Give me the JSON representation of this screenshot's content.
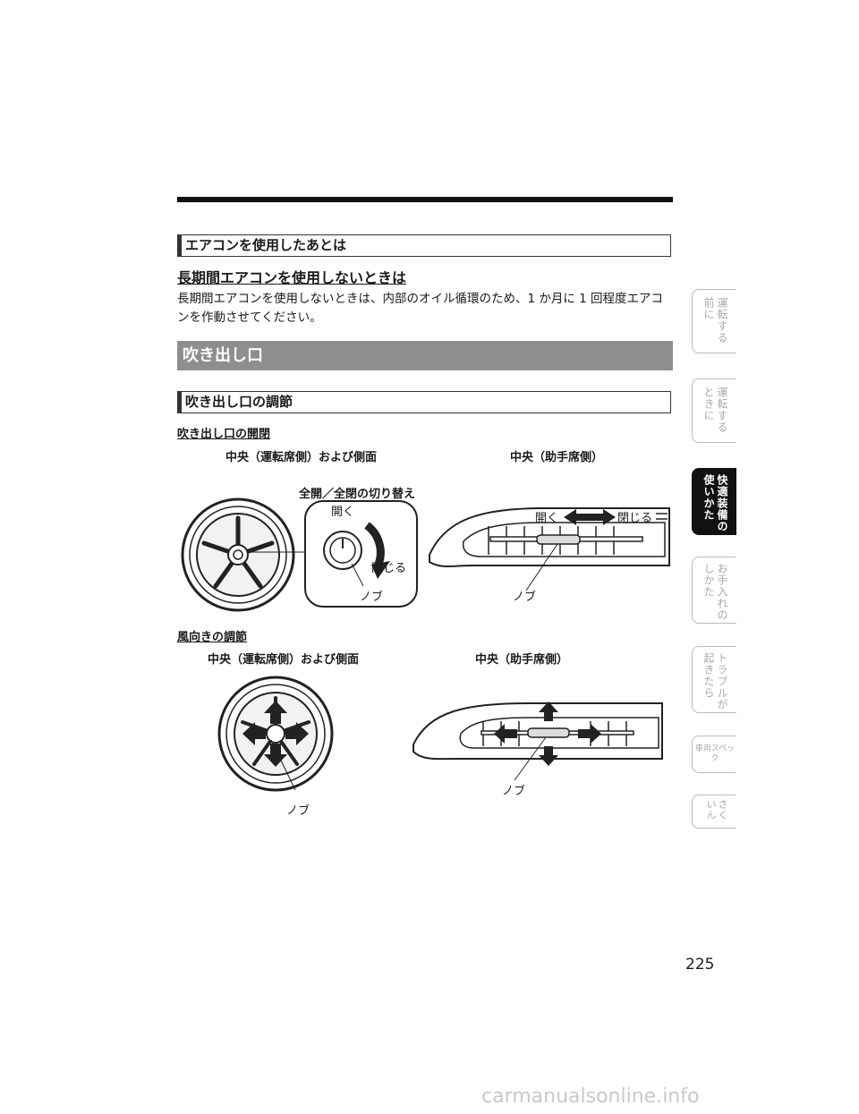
{
  "section1": {
    "box_title": "エアコンを使用したあとは",
    "subheading": "長期間エアコンを使用しないときは",
    "body_line1": "長期間エアコンを使用しないときは、内部のオイル循環のため、1 か月に 1 回程度エアコ",
    "body_line2": "ンを作動させてください。"
  },
  "section2": {
    "banner_title": "吹き出し口",
    "box_title": "吹き出し口の調節",
    "open_close": {
      "heading": "吹き出し口の開閉",
      "left_caption": "中央（運転席側）および側面",
      "right_caption": "中央（助手席側）",
      "switch_label": "全開／全閉の切り替え",
      "open_label": "開く",
      "close_label": "閉じる",
      "knob_label_left": "ノブ",
      "knob_label_right": "ノブ",
      "right_open_label": "開く",
      "right_close_label": "閉じる"
    },
    "direction": {
      "heading": "風向きの調節",
      "left_caption": "中央（運転席側）および側面",
      "right_caption": "中央（助手席側）",
      "knob_label_left": "ノブ",
      "knob_label_right": "ノブ"
    }
  },
  "side_tabs": [
    {
      "label": "運転する前に",
      "active": false
    },
    {
      "label": "運転するときに",
      "active": false
    },
    {
      "label": "快適装備の使いかた",
      "active": true
    },
    {
      "label": "お手入れのしかた",
      "active": false
    },
    {
      "label": "トラブルが起きたら",
      "active": false
    },
    {
      "label": "車両スペック",
      "active": false
    },
    {
      "label": "さくいん",
      "active": false
    }
  ],
  "page_number": "225",
  "watermark": "carmanualsonline.info"
}
